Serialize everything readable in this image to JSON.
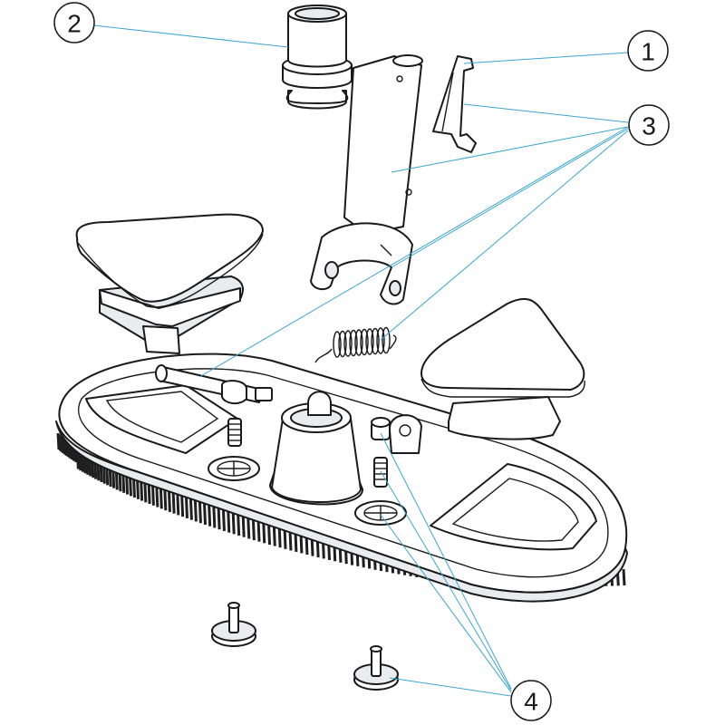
{
  "colors": {
    "leader": "#3aa6d0",
    "line": "#1a1a1a",
    "fill": "#ffffff",
    "shade": "#e9ebee",
    "bristle": "#1f1f1f"
  },
  "callouts": [
    {
      "id": "callout-1",
      "label": "1"
    },
    {
      "id": "callout-2",
      "label": "2"
    },
    {
      "id": "callout-3",
      "label": "3"
    },
    {
      "id": "callout-4",
      "label": "4"
    }
  ]
}
